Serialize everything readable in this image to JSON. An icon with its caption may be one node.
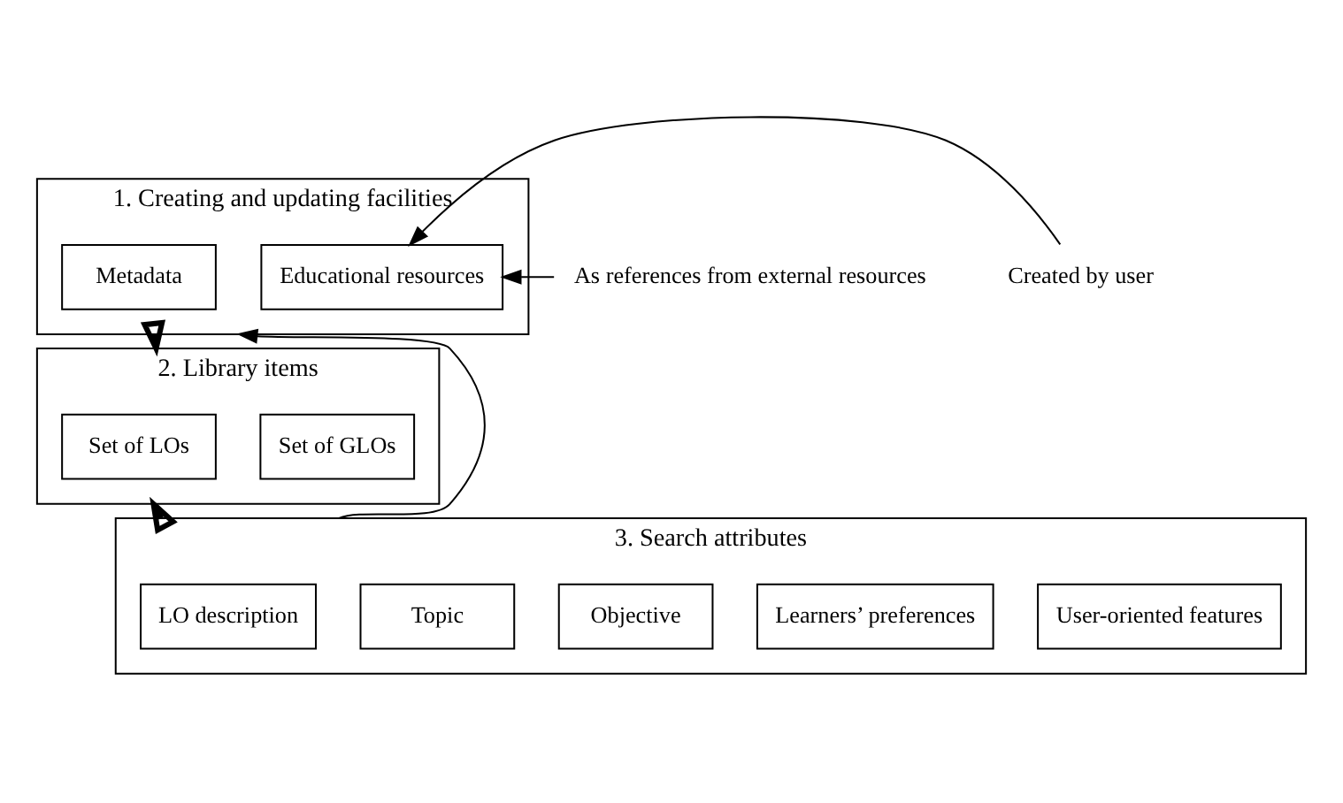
{
  "diagram": {
    "nodes": [
      {
        "text": [
          "1. Creating and updating facilities"
        ]
      },
      {
        "text": [
          "Metadata"
        ],
        "in": 0
      },
      {
        "text": [
          "Educational resources"
        ],
        "in": 0
      },
      {
        "text": [
          "As references from external resources"
        ]
      },
      {
        "text": [
          "Created by user"
        ]
      },
      {
        "text": [
          "2. Library items"
        ]
      },
      {
        "text": [
          "Set of LOs"
        ],
        "in": 5
      },
      {
        "text": [
          "Set of GLOs"
        ],
        "in": 5
      },
      {
        "text": [
          "3. Search attributes"
        ]
      },
      {
        "text": [
          "LO description"
        ],
        "in": 8
      },
      {
        "text": [
          "Topic"
        ],
        "in": 8
      },
      {
        "text": [
          "Objective"
        ],
        "in": 8
      },
      {
        "text": [
          "Learners’ preferences"
        ],
        "in": 8
      },
      {
        "text": [
          "User-oriented features"
        ],
        "in": 8
      }
    ],
    "edges": [
      {
        "from": 3,
        "to": 2,
        "arrow": "to"
      },
      {
        "from": 4,
        "to": 2,
        "arrow": "to"
      },
      {
        "from": 0,
        "to": 5,
        "arrow": "to",
        "style": "thick"
      },
      {
        "from": 8,
        "to": 5,
        "arrow": "to",
        "style": "thick"
      },
      {
        "from": 8,
        "to": 0,
        "arrow": "to"
      }
    ]
  }
}
